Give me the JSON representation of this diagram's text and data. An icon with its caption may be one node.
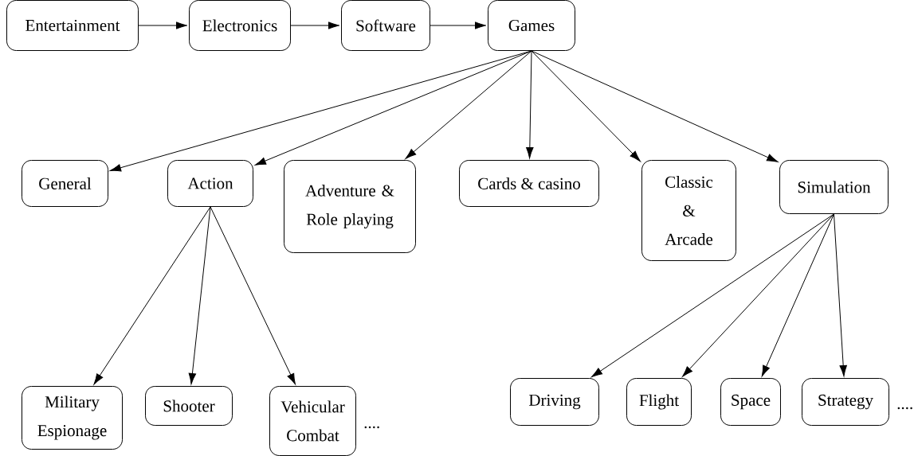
{
  "diagram": {
    "nodes": [
      {
        "text": [
          "Entertainment"
        ]
      },
      {
        "text": [
          "Electronics"
        ]
      },
      {
        "text": [
          "Software"
        ]
      },
      {
        "text": [
          "Games"
        ]
      },
      {
        "text": [
          "General"
        ]
      },
      {
        "text": [
          "Action"
        ]
      },
      {
        "text": [
          "Adventure & Role playing"
        ]
      },
      {
        "text": [
          "Cards & casino"
        ]
      },
      {
        "text": [
          "Classic & Arcade"
        ]
      },
      {
        "text": [
          "Simulation"
        ]
      },
      {
        "text": [
          "Military Espionage"
        ]
      },
      {
        "text": [
          "Shooter"
        ]
      },
      {
        "text": [
          "Vehicular Combat"
        ],
        "beside": [
          "...."
        ]
      },
      {
        "text": [
          "Driving"
        ]
      },
      {
        "text": [
          "Flight"
        ]
      },
      {
        "text": [
          "Space"
        ]
      },
      {
        "text": [
          "Strategy"
        ],
        "beside": [
          "...."
        ]
      }
    ],
    "edges": [
      {
        "from": 0,
        "to": 1,
        "arrow": "to"
      },
      {
        "from": 1,
        "to": 2,
        "arrow": "to"
      },
      {
        "from": 2,
        "to": 3,
        "arrow": "to"
      },
      {
        "from": 3,
        "to": 4,
        "arrow": "to"
      },
      {
        "from": 3,
        "to": 5,
        "arrow": "to"
      },
      {
        "from": 3,
        "to": 6,
        "arrow": "to"
      },
      {
        "from": 3,
        "to": 7,
        "arrow": "to"
      },
      {
        "from": 3,
        "to": 8,
        "arrow": "to"
      },
      {
        "from": 3,
        "to": 9,
        "arrow": "to"
      },
      {
        "from": 5,
        "to": 10,
        "arrow": "to"
      },
      {
        "from": 5,
        "to": 11,
        "arrow": "to"
      },
      {
        "from": 5,
        "to": 12,
        "arrow": "to"
      },
      {
        "from": 9,
        "to": 13,
        "arrow": "to"
      },
      {
        "from": 9,
        "to": 14,
        "arrow": "to"
      },
      {
        "from": 9,
        "to": 15,
        "arrow": "to"
      },
      {
        "from": 9,
        "to": 16,
        "arrow": "to"
      }
    ]
  }
}
